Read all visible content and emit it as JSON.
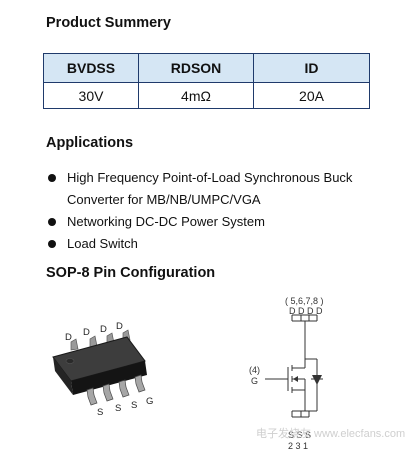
{
  "product_summary": {
    "title": "Product Summery",
    "headers": [
      "BVDSS",
      "RDSON",
      "ID"
    ],
    "values": [
      "30V",
      "4mΩ",
      "20A"
    ]
  },
  "applications": {
    "title": "Applications",
    "items": [
      "High Frequency Point-of-Load Synchronous Buck Converter for MB/NB/UMPC/VGA",
      "Networking DC-DC Power System",
      "Load Switch"
    ]
  },
  "pin_config": {
    "title": "SOP-8 Pin Configuration",
    "package_labels": {
      "drain": "D",
      "source": "S",
      "gate": "G"
    },
    "schematic": {
      "drain_pins": "( 5,6,7,8 )",
      "drain_labels": "D D D D",
      "gate_pin": "(4)",
      "gate_label": "G",
      "source_labels": "S S S",
      "source_pins": "2 3 1"
    }
  },
  "watermark": "电子发烧友 www.elecfans.com"
}
